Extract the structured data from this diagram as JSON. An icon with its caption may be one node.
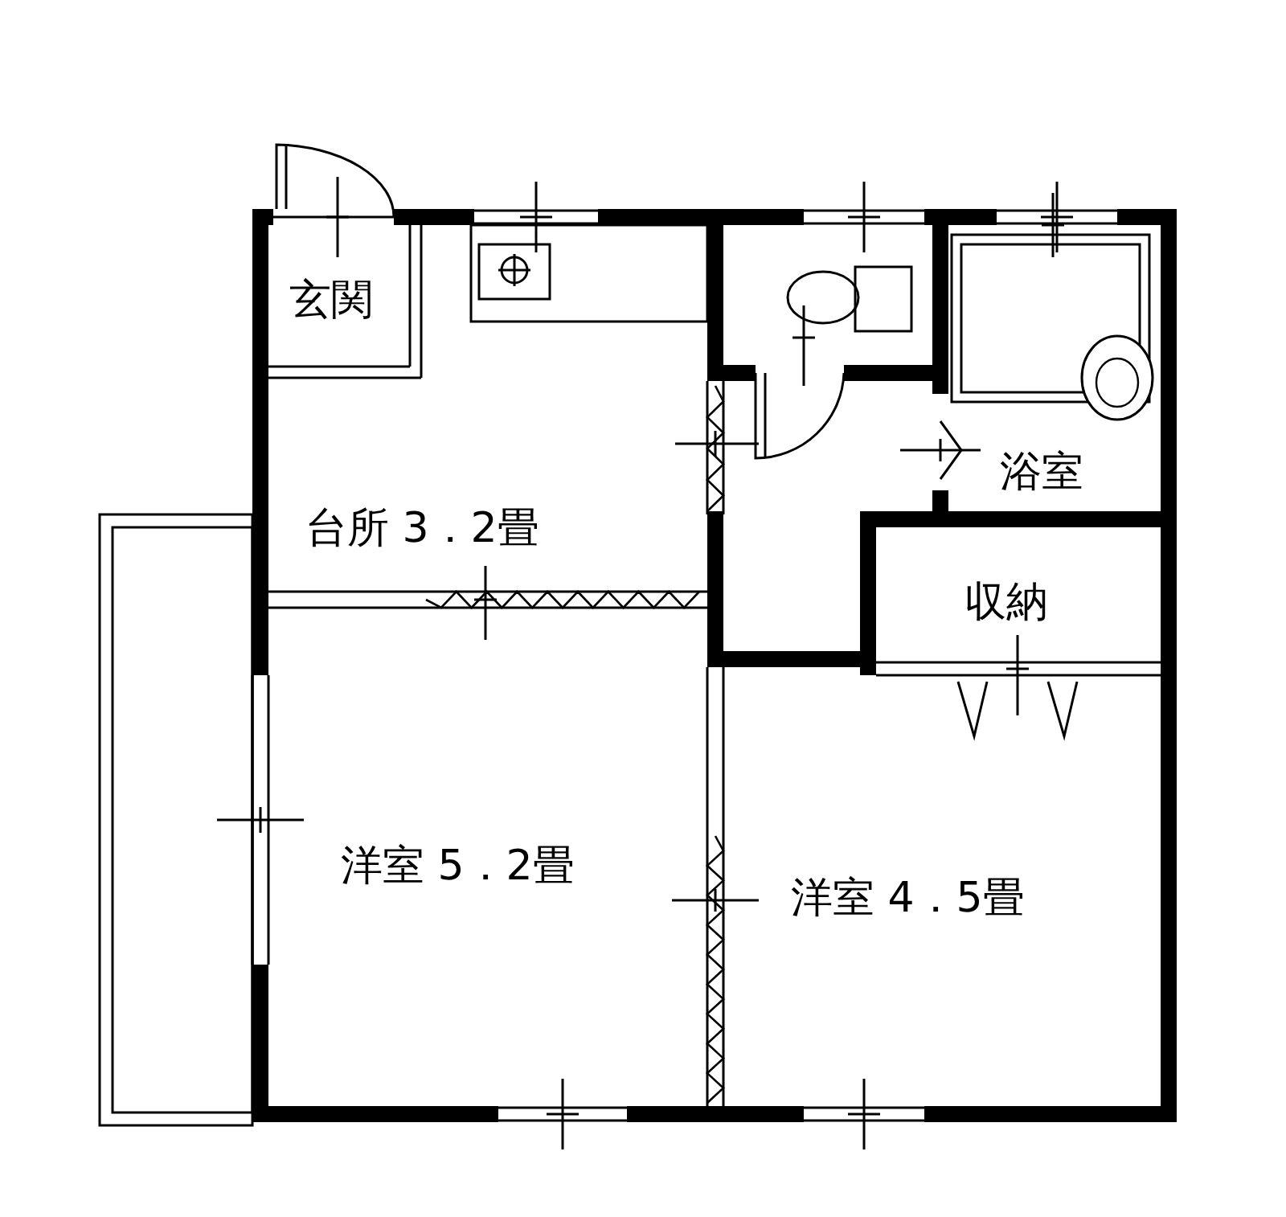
{
  "diagram": {
    "labels": [
      "玄関",
      "台所 3．2畳",
      "浴室",
      "収納",
      "洋室 5．2畳",
      "洋室 4．5畳"
    ]
  }
}
